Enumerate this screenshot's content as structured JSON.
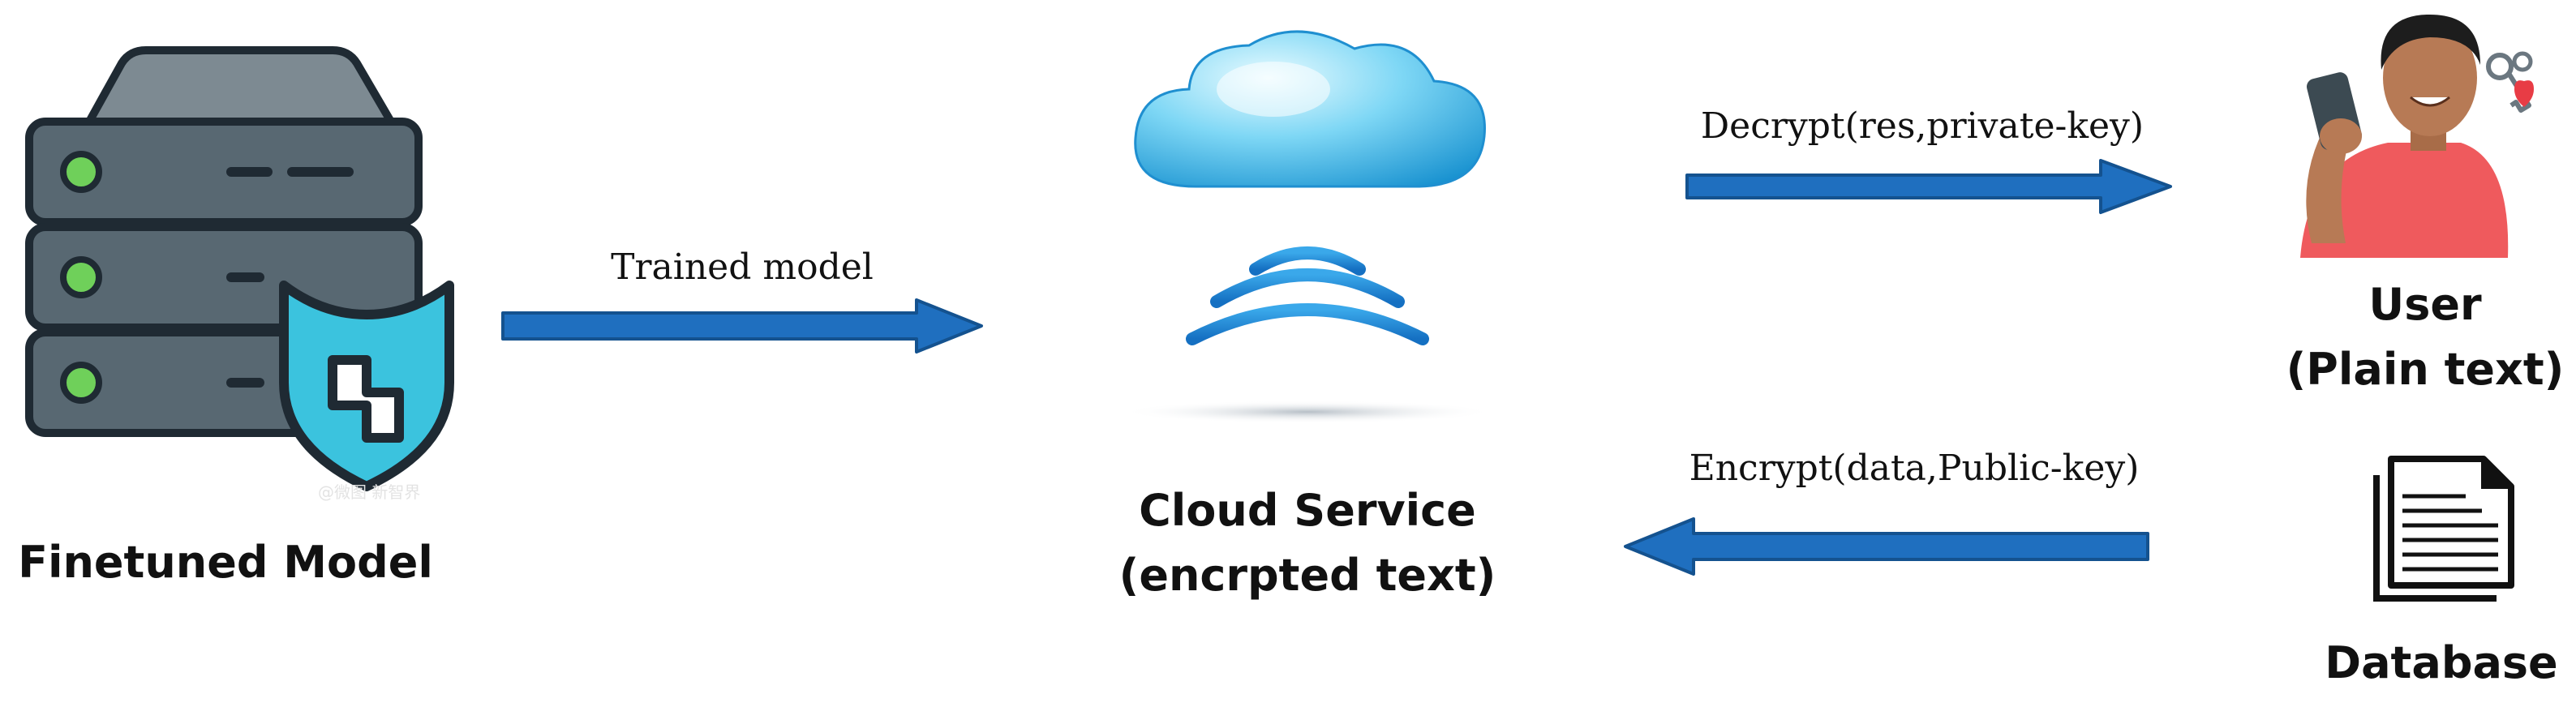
{
  "nodes": {
    "finetuned_model": {
      "label": "Finetuned Model"
    },
    "cloud_service": {
      "line1": "Cloud Service",
      "line2": "(encrpted text)"
    },
    "user": {
      "line1": "User",
      "line2": "(Plain text)"
    },
    "database": {
      "label": "Database"
    }
  },
  "edges": {
    "trained_model": {
      "label": "Trained model"
    },
    "decrypt": {
      "label": "Decrypt(res,private-key)"
    },
    "encrypt": {
      "label": "Encrypt(data,Public-key)"
    }
  },
  "watermark": {
    "text": "@微图 新智界"
  },
  "colors": {
    "arrow_fill": "#1f6fbf",
    "arrow_stroke": "#14528f",
    "server_body": "#586872",
    "server_top": "#7d8a92",
    "server_led": "#6fd05a",
    "shield": "#3bc3de",
    "cloud_light": "#bff0ff",
    "cloud_dark": "#1b9fd9",
    "wifi": "#1b8ad6",
    "user_shirt": "#ef5a5d",
    "user_skin": "#b77a55"
  }
}
